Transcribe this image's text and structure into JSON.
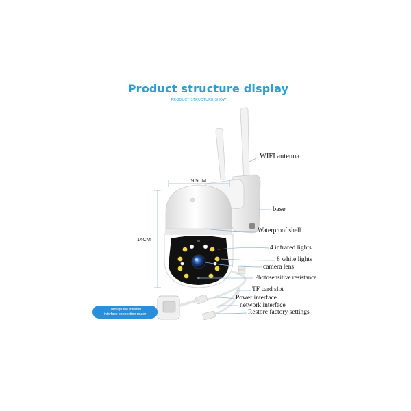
{
  "header": {
    "title": "Product structure display",
    "subtitle": "PRODUCT STRUCTURE SHOW"
  },
  "dimensions": {
    "width": "9.5CM",
    "height": "14CM"
  },
  "labels": {
    "wifi_antenna": "WIFI antenna",
    "base": "base",
    "waterproof_shell": "Waterproof shell",
    "infrared_lights": "4 infrared lights",
    "white_lights": "8 white lights",
    "camera_lens": "camera lens",
    "photosensitive": "Photosensitive resistance",
    "tf_card": "TF card slot",
    "power_interface": "Power interface",
    "network_interface": "network interface",
    "restore_factory": "Restore factory settings"
  },
  "callout": {
    "line1": "Through the Internet",
    "line2": "interface connection router"
  },
  "colors": {
    "accent": "#2a9fd6",
    "callout_bg": "#2a8fd8"
  }
}
